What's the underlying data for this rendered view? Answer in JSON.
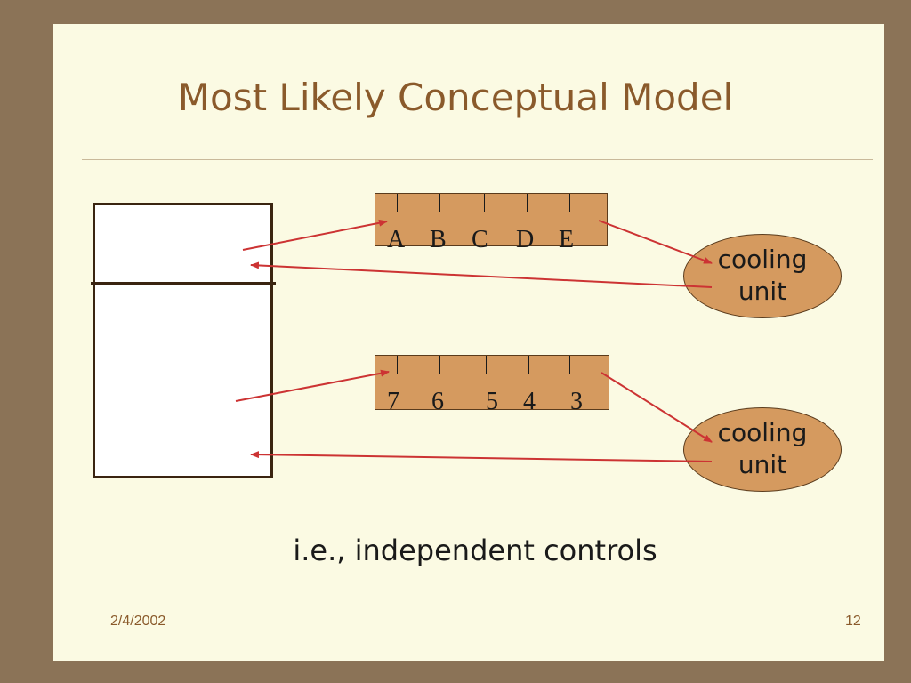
{
  "title": "Most Likely Conceptual Model",
  "freezer_dial": {
    "labels": [
      "A",
      "B",
      "C",
      "D",
      "E"
    ]
  },
  "fridge_dial": {
    "labels": [
      "7",
      "6",
      "5",
      "4",
      "3"
    ]
  },
  "cooling_unit_1": {
    "line1": "cooling",
    "line2": "unit"
  },
  "cooling_unit_2": {
    "line1": "cooling",
    "line2": "unit"
  },
  "caption": "i.e., independent controls",
  "footer": {
    "date": "2/4/2002",
    "page": "12"
  },
  "colors": {
    "frame": "#8b7357",
    "slide_bg": "#fbfae3",
    "title": "#8a5a2b",
    "control_fill": "#d59a5f",
    "arrow": "#cc3333",
    "fridge_outline": "#3a2410"
  }
}
